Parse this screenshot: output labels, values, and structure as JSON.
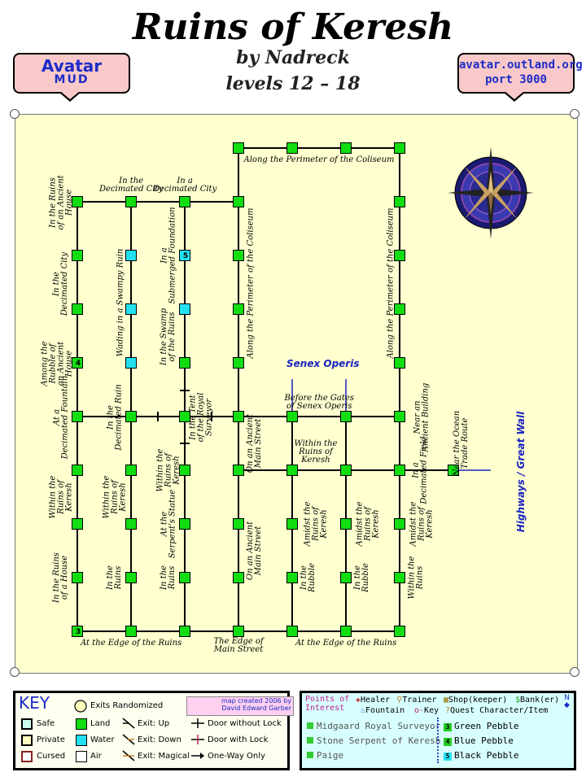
{
  "header": {
    "title": "Ruins of Keresh",
    "byline": "by Nadreck",
    "levels": "levels 12 – 18",
    "left_badge": {
      "line1": "Avatar",
      "line2": "MUD"
    },
    "right_badge": {
      "line1": "avatar.outland.org",
      "line2": "port 3000"
    }
  },
  "map": {
    "zone_labels": {
      "senex": "Senex Operis",
      "highways": "Highways / Great Wall"
    },
    "labels": [
      "Along the Perimeter of the Coliseum",
      "In the Decimated City",
      "In a Decimated City",
      "In the Ruins of an Ancient House",
      "In the Decimated City",
      "Wading in a Swampy Ruin",
      "In a Submerged Foundation",
      "Along the Perimeter of the Coliseum",
      "Along the Perimeter of the Coliseum",
      "In the Swamp of the Ruins",
      "Among the Rubble of an Ancient House",
      "At a Decimated Fountain",
      "In the Decimated Ruin",
      "In the Tent of the Royal Surveyor",
      "Before the Gates of Senex Operis",
      "Near an Ancient Building",
      "Near the Ocean Trade Route",
      "On an Ancient Main Street",
      "Within the Ruins of Keresh",
      "Within the Ruins of Keresh",
      "Within the Ruins of Keresh",
      "Within the Ruins of Keresh",
      "In a Decimated Field",
      "At the Serpent's Statue",
      "Amidst the Ruins of Keresh",
      "Amidst the Ruins of Keresh",
      "Amidst the Ruins of Keresh",
      "In the Ruins of a House",
      "In the Ruins",
      "In the Ruins",
      "On an Ancient Main Street",
      "In the Rubble",
      "In the Rubble",
      "Within the Ruins",
      "At the Edge of the Ruins",
      "The Edge of Main Street",
      "At the Edge of the Ruins"
    ],
    "room_numbers": [
      "5",
      "4",
      "3"
    ]
  },
  "key": {
    "title": "KEY",
    "exits_randomized": "Exits Randomized",
    "credit_line1": "map created 2006 by",
    "credit_line2": "David Edward Garber",
    "safe": "Safe",
    "private": "Private",
    "cursed": "Cursed",
    "land": "Land",
    "water": "Water",
    "air": "Air",
    "exit_up": "Exit: Up",
    "exit_down": "Exit: Down",
    "exit_magical": "Exit: Magical",
    "door_no_lock": "Door without Lock",
    "door_lock": "Door with Lock",
    "one_way": "One-Way Only"
  },
  "poi": {
    "title_line1": "Points of",
    "title_line2": "Interest",
    "healer": "Healer",
    "trainer": "Trainer",
    "shop": "Shop(keeper)",
    "bank": "Bank(er)",
    "fountain": "Fountain",
    "key_item": "Key",
    "quest": "Quest Character/Item",
    "npcs": [
      "Midgaard Royal Surveyor",
      "Stone Serpent of Keresh",
      "Paige"
    ],
    "pebbles": [
      {
        "num": "3",
        "label": "Green Pebble",
        "color": "#22cc22"
      },
      {
        "num": "4",
        "label": "Blue Pebble",
        "color": "#22ccee"
      },
      {
        "num": "5",
        "label": "Black Pebble",
        "color": "#22ccee"
      }
    ]
  },
  "colors": {
    "land": "#11dd11",
    "water": "#22e0f0",
    "scroll": "#ffffd0",
    "accent_blue": "#1a25c0"
  }
}
